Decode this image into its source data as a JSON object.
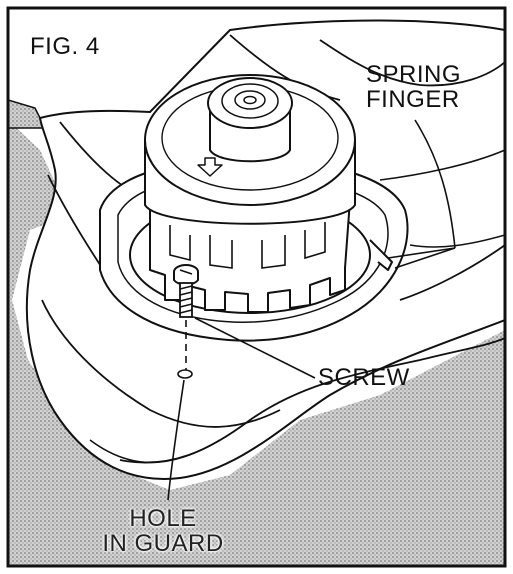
{
  "figure": {
    "title": "FIG. 4",
    "callouts": {
      "spring_finger_line1": "SPRING",
      "spring_finger_line2": "FINGER",
      "screw": "SCREW",
      "hole_line1": "HOLE",
      "hole_line2": "IN GUARD"
    }
  },
  "colors": {
    "line": "#111111",
    "shading": "#bdbdbd",
    "background": "#ffffff"
  }
}
